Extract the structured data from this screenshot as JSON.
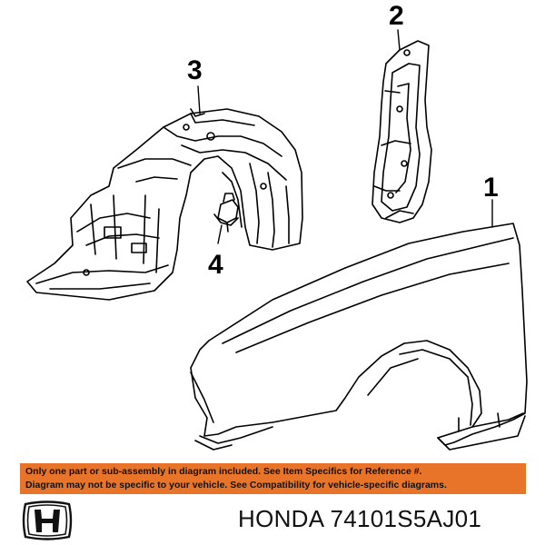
{
  "callouts": [
    {
      "id": "1",
      "label": "1"
    },
    {
      "id": "2",
      "label": "2"
    },
    {
      "id": "3",
      "label": "3"
    },
    {
      "id": "4",
      "label": "4"
    }
  ],
  "notice": {
    "line1": "Only one part or sub-assembly in diagram included. See Item Specifics for Reference #.",
    "line2": "Diagram may not be specific to your vehicle. See Compatibility for vehicle-specific diagrams.",
    "background_color": "#e8742a"
  },
  "brand": {
    "logo": "honda-h-logo",
    "title": "HONDA 74101S5AJ01"
  }
}
